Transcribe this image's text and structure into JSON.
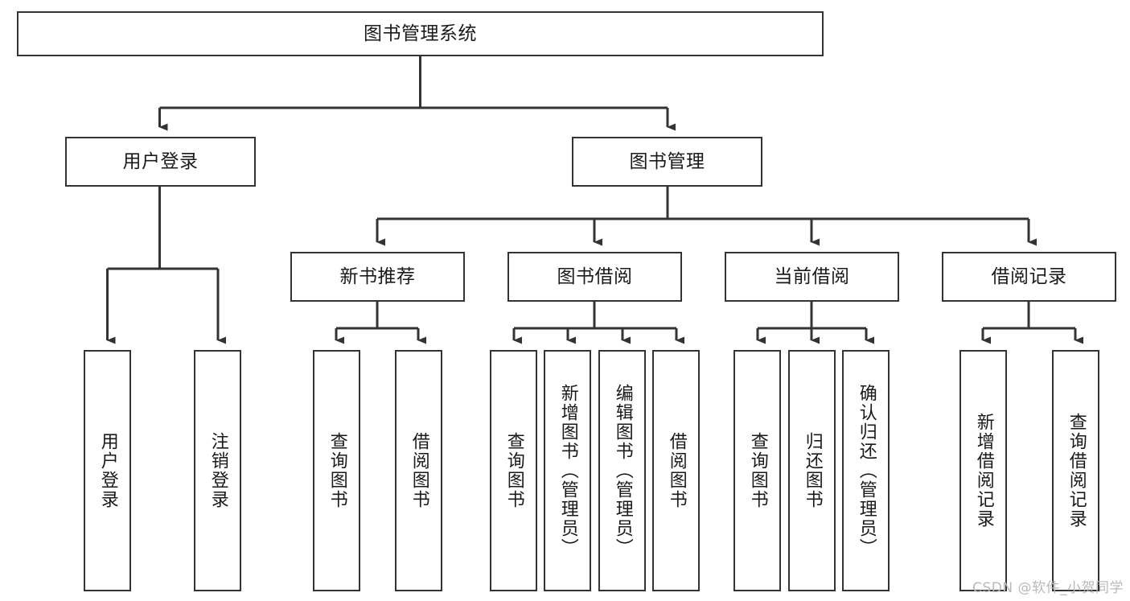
{
  "diagram": {
    "title": "图书管理系统",
    "root": {
      "id": "root",
      "label": "图书管理系统"
    },
    "level2": [
      {
        "id": "user-login",
        "label": "用户登录"
      },
      {
        "id": "book-manage",
        "label": "图书管理"
      }
    ],
    "level3": [
      {
        "id": "new-book-recommend",
        "label": "新书推荐"
      },
      {
        "id": "book-borrow",
        "label": "图书借阅"
      },
      {
        "id": "current-borrow",
        "label": "当前借阅"
      },
      {
        "id": "borrow-record",
        "label": "借阅记录"
      }
    ],
    "leaves": {
      "user_login": [
        {
          "id": "leaf-user-login",
          "label": "用户登录"
        },
        {
          "id": "leaf-logout-login",
          "label": "注销登录"
        }
      ],
      "new_book_recommend": [
        {
          "id": "leaf-query-book-1",
          "label": "查询图书"
        },
        {
          "id": "leaf-borrow-book-1",
          "label": "借阅图书"
        }
      ],
      "book_borrow": [
        {
          "id": "leaf-query-book-2",
          "label": "查询图书"
        },
        {
          "id": "leaf-add-book",
          "label": "新增图书（管理员）"
        },
        {
          "id": "leaf-edit-book",
          "label": "编辑图书（管理员）"
        },
        {
          "id": "leaf-borrow-book-2",
          "label": "借阅图书"
        }
      ],
      "current_borrow": [
        {
          "id": "leaf-query-book-3",
          "label": "查询图书"
        },
        {
          "id": "leaf-return-book",
          "label": "归还图书"
        },
        {
          "id": "leaf-confirm-return",
          "label": "确认归还（管理员）"
        }
      ],
      "borrow_record": [
        {
          "id": "leaf-add-record",
          "label": "新增借阅记录"
        },
        {
          "id": "leaf-query-record",
          "label": "查询借阅记录"
        }
      ]
    }
  },
  "watermark": {
    "text": "CSDN @软件_小贺同学"
  },
  "colors": {
    "stroke": "#333333",
    "background": "#ffffff",
    "text": "#1a1a1a",
    "watermark": "#b9b9b9"
  }
}
